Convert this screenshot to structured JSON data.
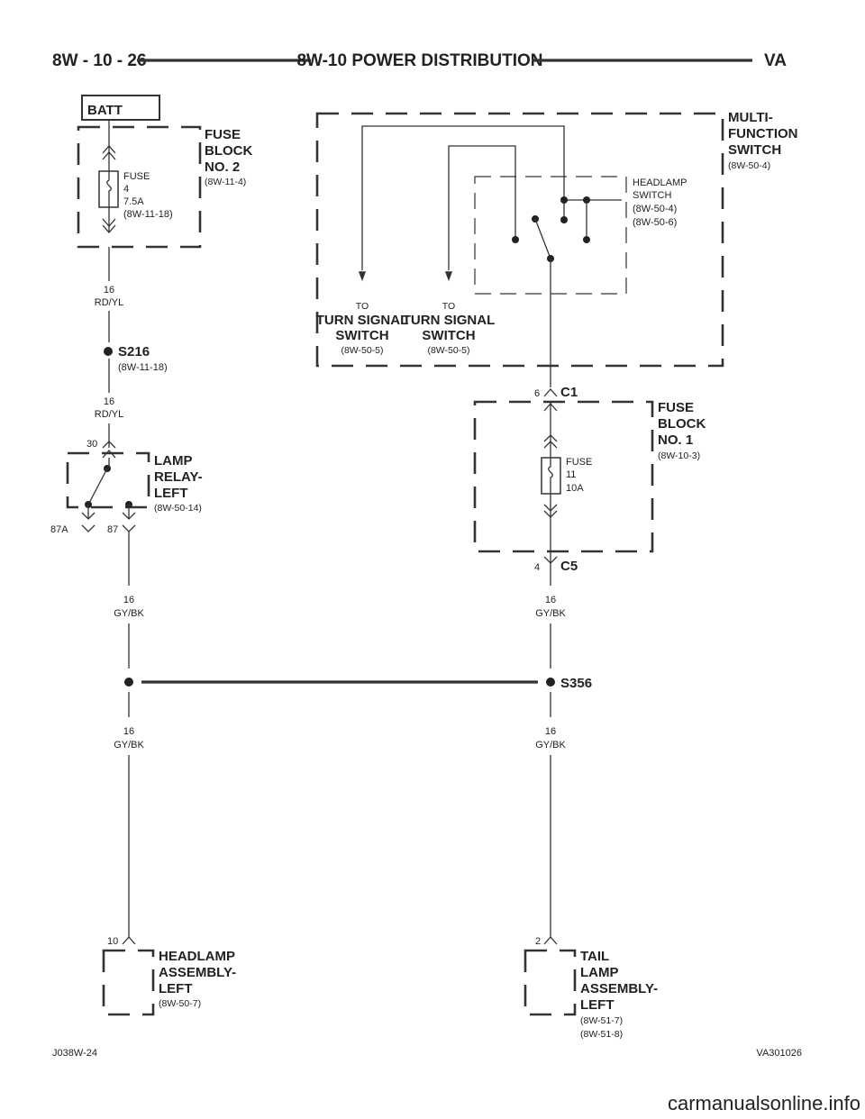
{
  "header": {
    "left": "8W - 10 - 26",
    "title": "8W-10 POWER DISTRIBUTION",
    "right": "VA"
  },
  "components": {
    "batt": {
      "label": "BATT"
    },
    "fuse_block_2": {
      "lines": [
        "FUSE",
        "BLOCK",
        "NO. 2"
      ],
      "ref": "(8W-11-4)",
      "fuse": [
        "FUSE",
        "4",
        "7.5A",
        "(8W-11-18)"
      ]
    },
    "multi_function_switch": {
      "lines": [
        "MULTI-",
        "FUNCTION",
        "SWITCH"
      ],
      "ref": "(8W-50-4)",
      "headlamp_switch": [
        "HEADLAMP",
        "SWITCH",
        "(8W-50-4)",
        "(8W-50-6)"
      ],
      "to_left": {
        "to": "TO",
        "lines": [
          "TURN SIGNAL",
          "SWITCH"
        ],
        "ref": "(8W-50-5)"
      },
      "to_right": {
        "to": "TO",
        "lines": [
          "TURN SIGNAL",
          "SWITCH"
        ],
        "ref": "(8W-50-5)"
      }
    },
    "fuse_block_1": {
      "lines": [
        "FUSE",
        "BLOCK",
        "NO. 1"
      ],
      "ref": "(8W-10-3)",
      "fuse": [
        "FUSE",
        "11",
        "10A"
      ],
      "connector_top": {
        "name": "C1",
        "pin": "6"
      },
      "connector_bottom": {
        "name": "C5",
        "pin": "4"
      }
    },
    "lamp_relay_left": {
      "lines": [
        "LAMP",
        "RELAY-",
        "LEFT"
      ],
      "ref": "(8W-50-14)",
      "pin_in": "30",
      "pin_nc": "87A",
      "pin_no": "87"
    },
    "headlamp_assembly_left": {
      "lines": [
        "HEADLAMP",
        "ASSEMBLY-",
        "LEFT"
      ],
      "ref": "(8W-50-7)",
      "pin": "10"
    },
    "tail_lamp_assembly_left": {
      "lines": [
        "TAIL",
        "LAMP",
        "ASSEMBLY-",
        "LEFT"
      ],
      "refs": [
        "(8W-51-7)",
        "(8W-51-8)"
      ],
      "pin": "2"
    }
  },
  "splices": {
    "s216": {
      "name": "S216",
      "ref": "(8W-11-18)"
    },
    "s356": {
      "name": "S356"
    }
  },
  "wires": {
    "w1": [
      "16",
      "RD/YL"
    ],
    "w2": [
      "16",
      "RD/YL"
    ],
    "w3": [
      "16",
      "GY/BK"
    ],
    "w4": [
      "16",
      "GY/BK"
    ],
    "w5": [
      "16",
      "GY/BK"
    ],
    "w6": [
      "16",
      "GY/BK"
    ]
  },
  "footer": {
    "left": "J038W-24",
    "right": "VA301026"
  },
  "watermark": "carmanualsonline.info"
}
